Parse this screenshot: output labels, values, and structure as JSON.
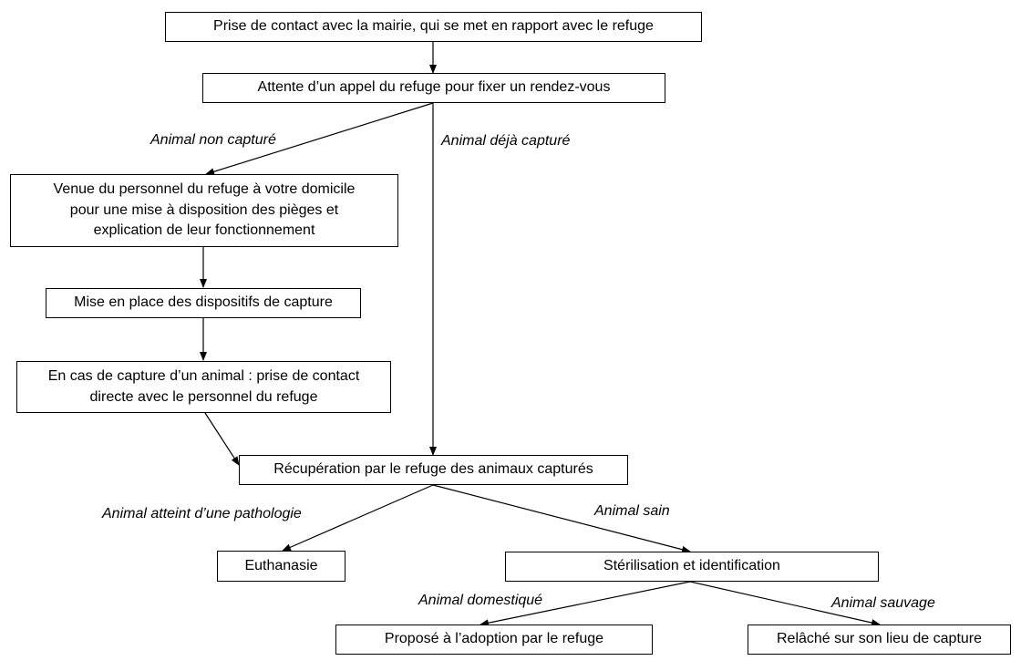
{
  "nodes": {
    "contact_mairie": "Prise de contact avec la mairie, qui se met en rapport avec le refuge",
    "attente_appel": "Attente d’un appel du refuge pour fixer un rendez-vous",
    "venue_personnel": {
      "line1": "Venue du personnel du refuge à votre domicile",
      "line2": "pour une mise à disposition des pièges et",
      "line3": "explication de leur fonctionnement"
    },
    "mise_en_place": "Mise en place des dispositifs de capture",
    "cas_capture": {
      "line1": "En cas de capture d’un animal : prise de contact",
      "line2": "directe avec le personnel du refuge"
    },
    "recuperation": "Récupération par le refuge des animaux capturés",
    "euthanasie": "Euthanasie",
    "sterilisation": "Stérilisation et identification",
    "adoption": "Proposé à l’adoption par le refuge",
    "relache": "Relâché sur son lieu de capture"
  },
  "edge_labels": {
    "non_capture": "Animal non capturé",
    "deja_capture": "Animal déjà capturé",
    "pathologie": "Animal atteint d’une pathologie",
    "sain": "Animal sain",
    "domestique": "Animal domestiqué",
    "sauvage": "Animal sauvage"
  }
}
